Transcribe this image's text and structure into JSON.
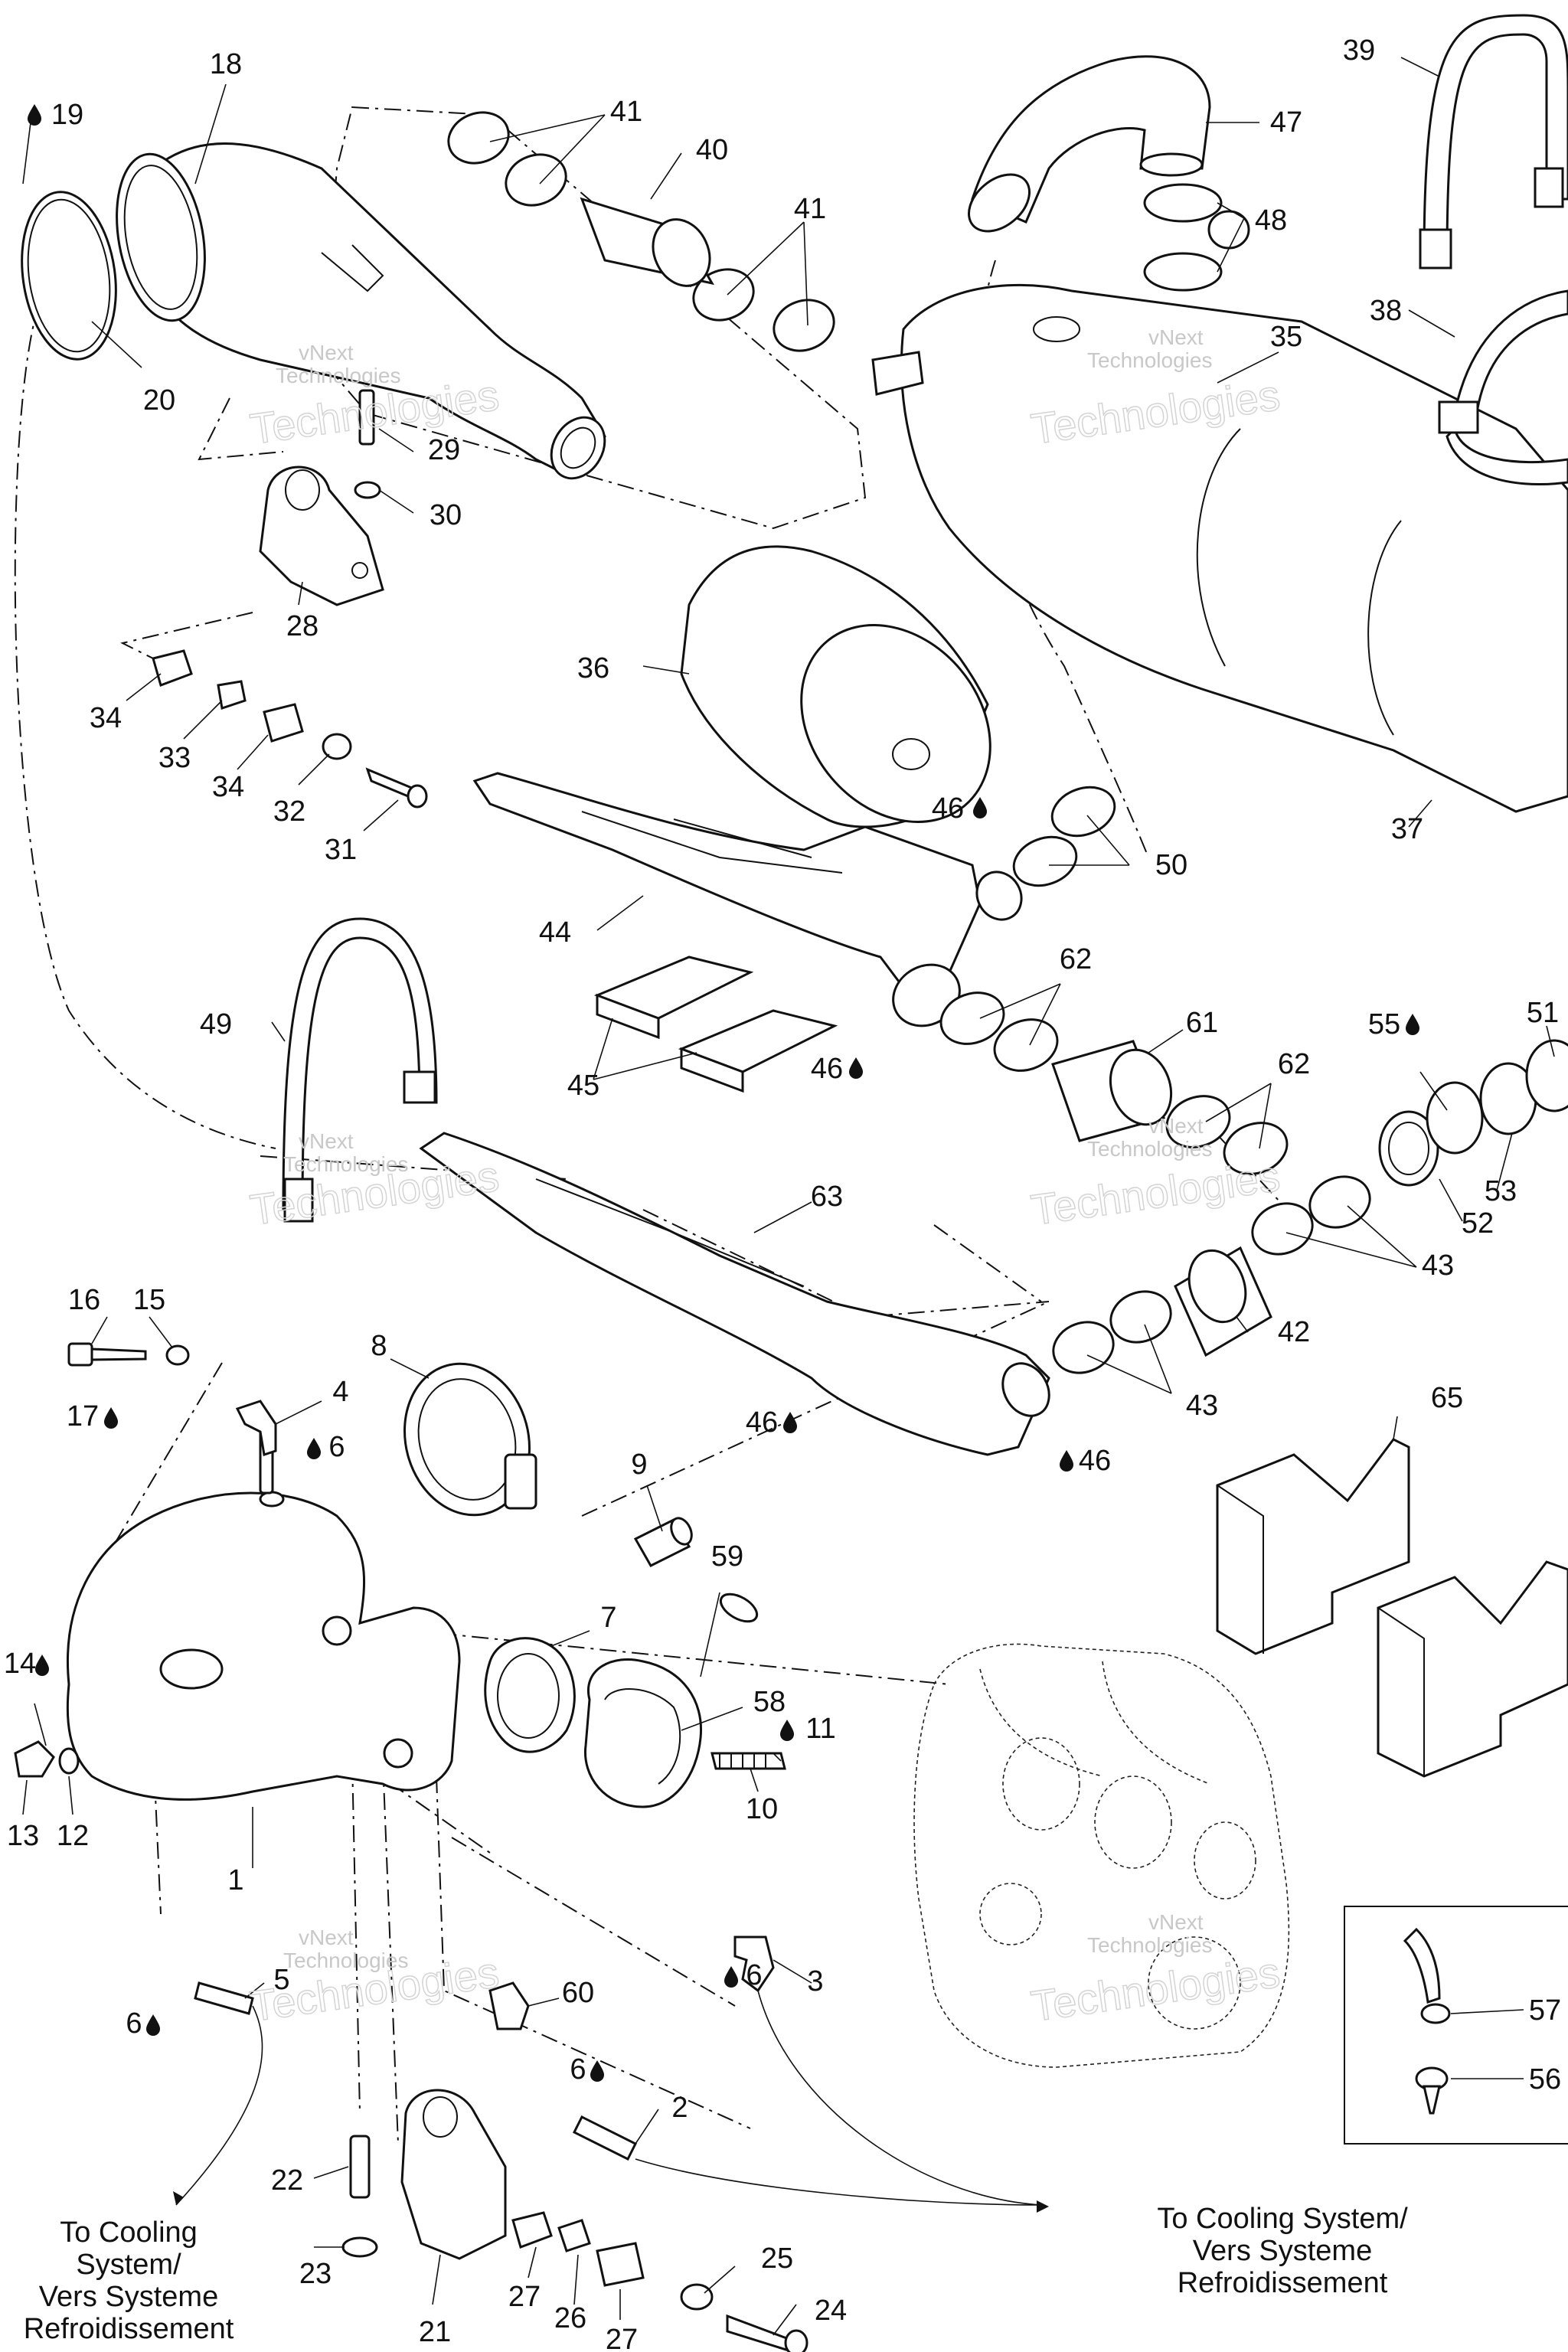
{
  "watermark": {
    "line1": "vNext",
    "line2": "Technologies",
    "line3": "Technologies"
  },
  "notes": {
    "left": [
      "To Cooling",
      "System/",
      "Vers Systeme",
      "Refroidissement"
    ],
    "right": [
      "To Cooling System/",
      "Vers Systeme",
      "Refroidissement"
    ]
  },
  "callouts": [
    {
      "label": "1"
    },
    {
      "label": "2"
    },
    {
      "label": "3"
    },
    {
      "label": "4"
    },
    {
      "label": "5"
    },
    {
      "label": "6"
    },
    {
      "label": "6"
    },
    {
      "label": "6"
    },
    {
      "label": "6"
    },
    {
      "label": "7"
    },
    {
      "label": "8"
    },
    {
      "label": "9"
    },
    {
      "label": "10"
    },
    {
      "label": "11"
    },
    {
      "label": "12"
    },
    {
      "label": "13"
    },
    {
      "label": "14"
    },
    {
      "label": "15"
    },
    {
      "label": "16"
    },
    {
      "label": "17"
    },
    {
      "label": "18"
    },
    {
      "label": "19"
    },
    {
      "label": "20"
    },
    {
      "label": "21"
    },
    {
      "label": "22"
    },
    {
      "label": "23"
    },
    {
      "label": "24"
    },
    {
      "label": "25"
    },
    {
      "label": "26"
    },
    {
      "label": "27"
    },
    {
      "label": "27"
    },
    {
      "label": "28"
    },
    {
      "label": "29"
    },
    {
      "label": "30"
    },
    {
      "label": "31"
    },
    {
      "label": "32"
    },
    {
      "label": "33"
    },
    {
      "label": "34"
    },
    {
      "label": "34"
    },
    {
      "label": "35"
    },
    {
      "label": "36"
    },
    {
      "label": "37"
    },
    {
      "label": "38"
    },
    {
      "label": "39"
    },
    {
      "label": "40"
    },
    {
      "label": "41"
    },
    {
      "label": "41"
    },
    {
      "label": "42"
    },
    {
      "label": "43"
    },
    {
      "label": "43"
    },
    {
      "label": "44"
    },
    {
      "label": "45"
    },
    {
      "label": "46"
    },
    {
      "label": "46"
    },
    {
      "label": "46"
    },
    {
      "label": "46"
    },
    {
      "label": "47"
    },
    {
      "label": "48"
    },
    {
      "label": "49"
    },
    {
      "label": "50"
    },
    {
      "label": "51"
    },
    {
      "label": "52"
    },
    {
      "label": "53"
    },
    {
      "label": "55"
    },
    {
      "label": "56"
    },
    {
      "label": "57"
    },
    {
      "label": "58"
    },
    {
      "label": "59"
    },
    {
      "label": "60"
    },
    {
      "label": "61"
    },
    {
      "label": "62"
    },
    {
      "label": "62"
    },
    {
      "label": "63"
    },
    {
      "label": "65"
    }
  ],
  "icons": {
    "lubricant_drop": "oil-drop-icon"
  }
}
